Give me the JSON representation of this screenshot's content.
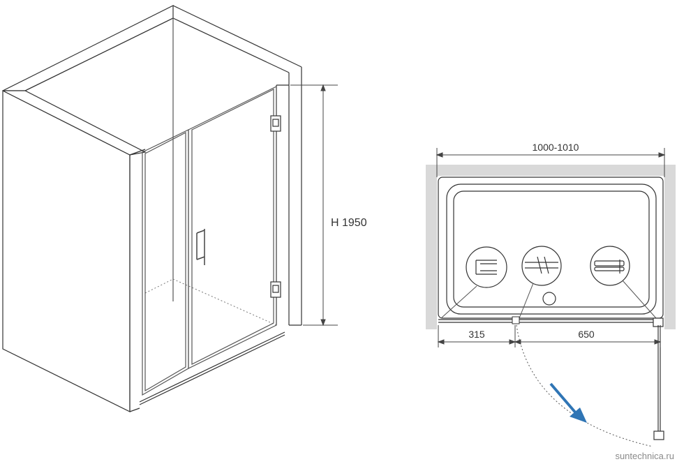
{
  "left_view": {
    "height_label": "H 1950"
  },
  "plan_view": {
    "total_width_label": "1000-1010",
    "fixed_panel_label": "315",
    "door_label": "650"
  },
  "watermark": "suntechnica.ru",
  "colors": {
    "outline": "#333333",
    "wall_fill": "#d9d9d9",
    "glass_line": "#555555",
    "arrow_blue": "#2f75b5",
    "dim_line": "#444444"
  }
}
